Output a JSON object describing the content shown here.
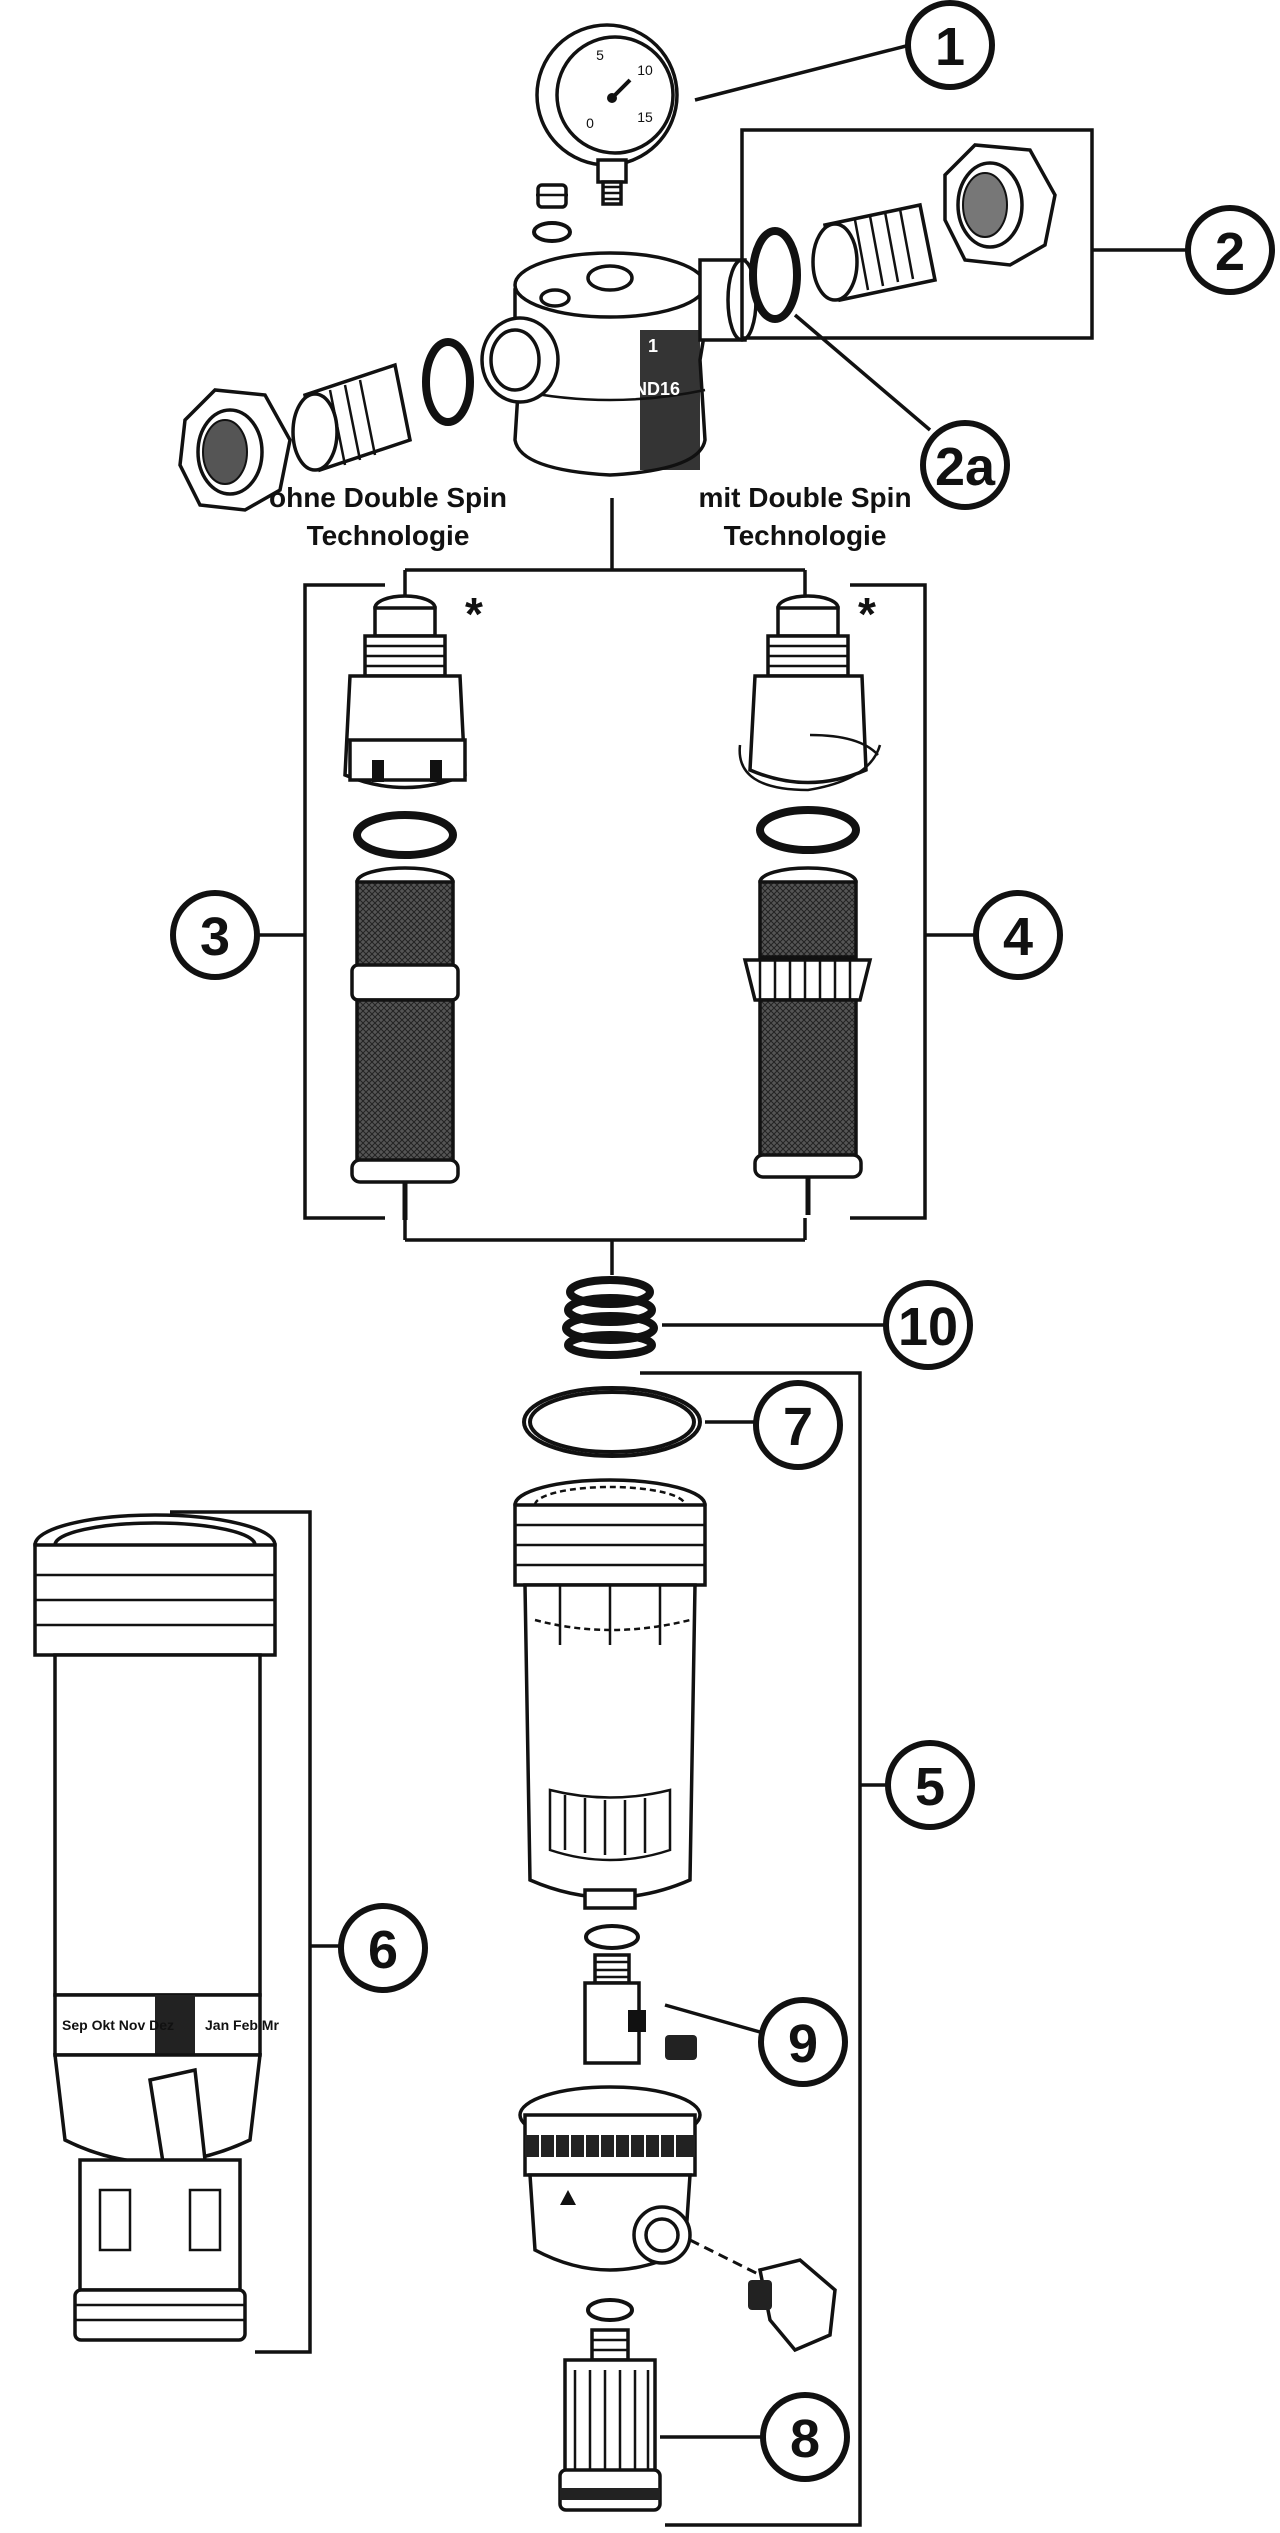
{
  "callouts": {
    "c1": "1",
    "c2": "2",
    "c2a": "2a",
    "c3": "3",
    "c4": "4",
    "c5": "5",
    "c6": "6",
    "c7": "7",
    "c8": "8",
    "c9": "9",
    "c10": "10"
  },
  "captions": {
    "left_line1": "ohne Double Spin",
    "left_line2": "Technologie",
    "right_line1": "mit Double Spin",
    "right_line2": "Technologie"
  },
  "asterisk": "*",
  "housing_marks": {
    "number": "1",
    "pressure": "ND16"
  },
  "gauge_scale": [
    "0",
    "5",
    "10",
    "15"
  ],
  "reminder_ring": {
    "left": "Sep Okt Nov Dez",
    "right": "Jan Feb Mr"
  }
}
